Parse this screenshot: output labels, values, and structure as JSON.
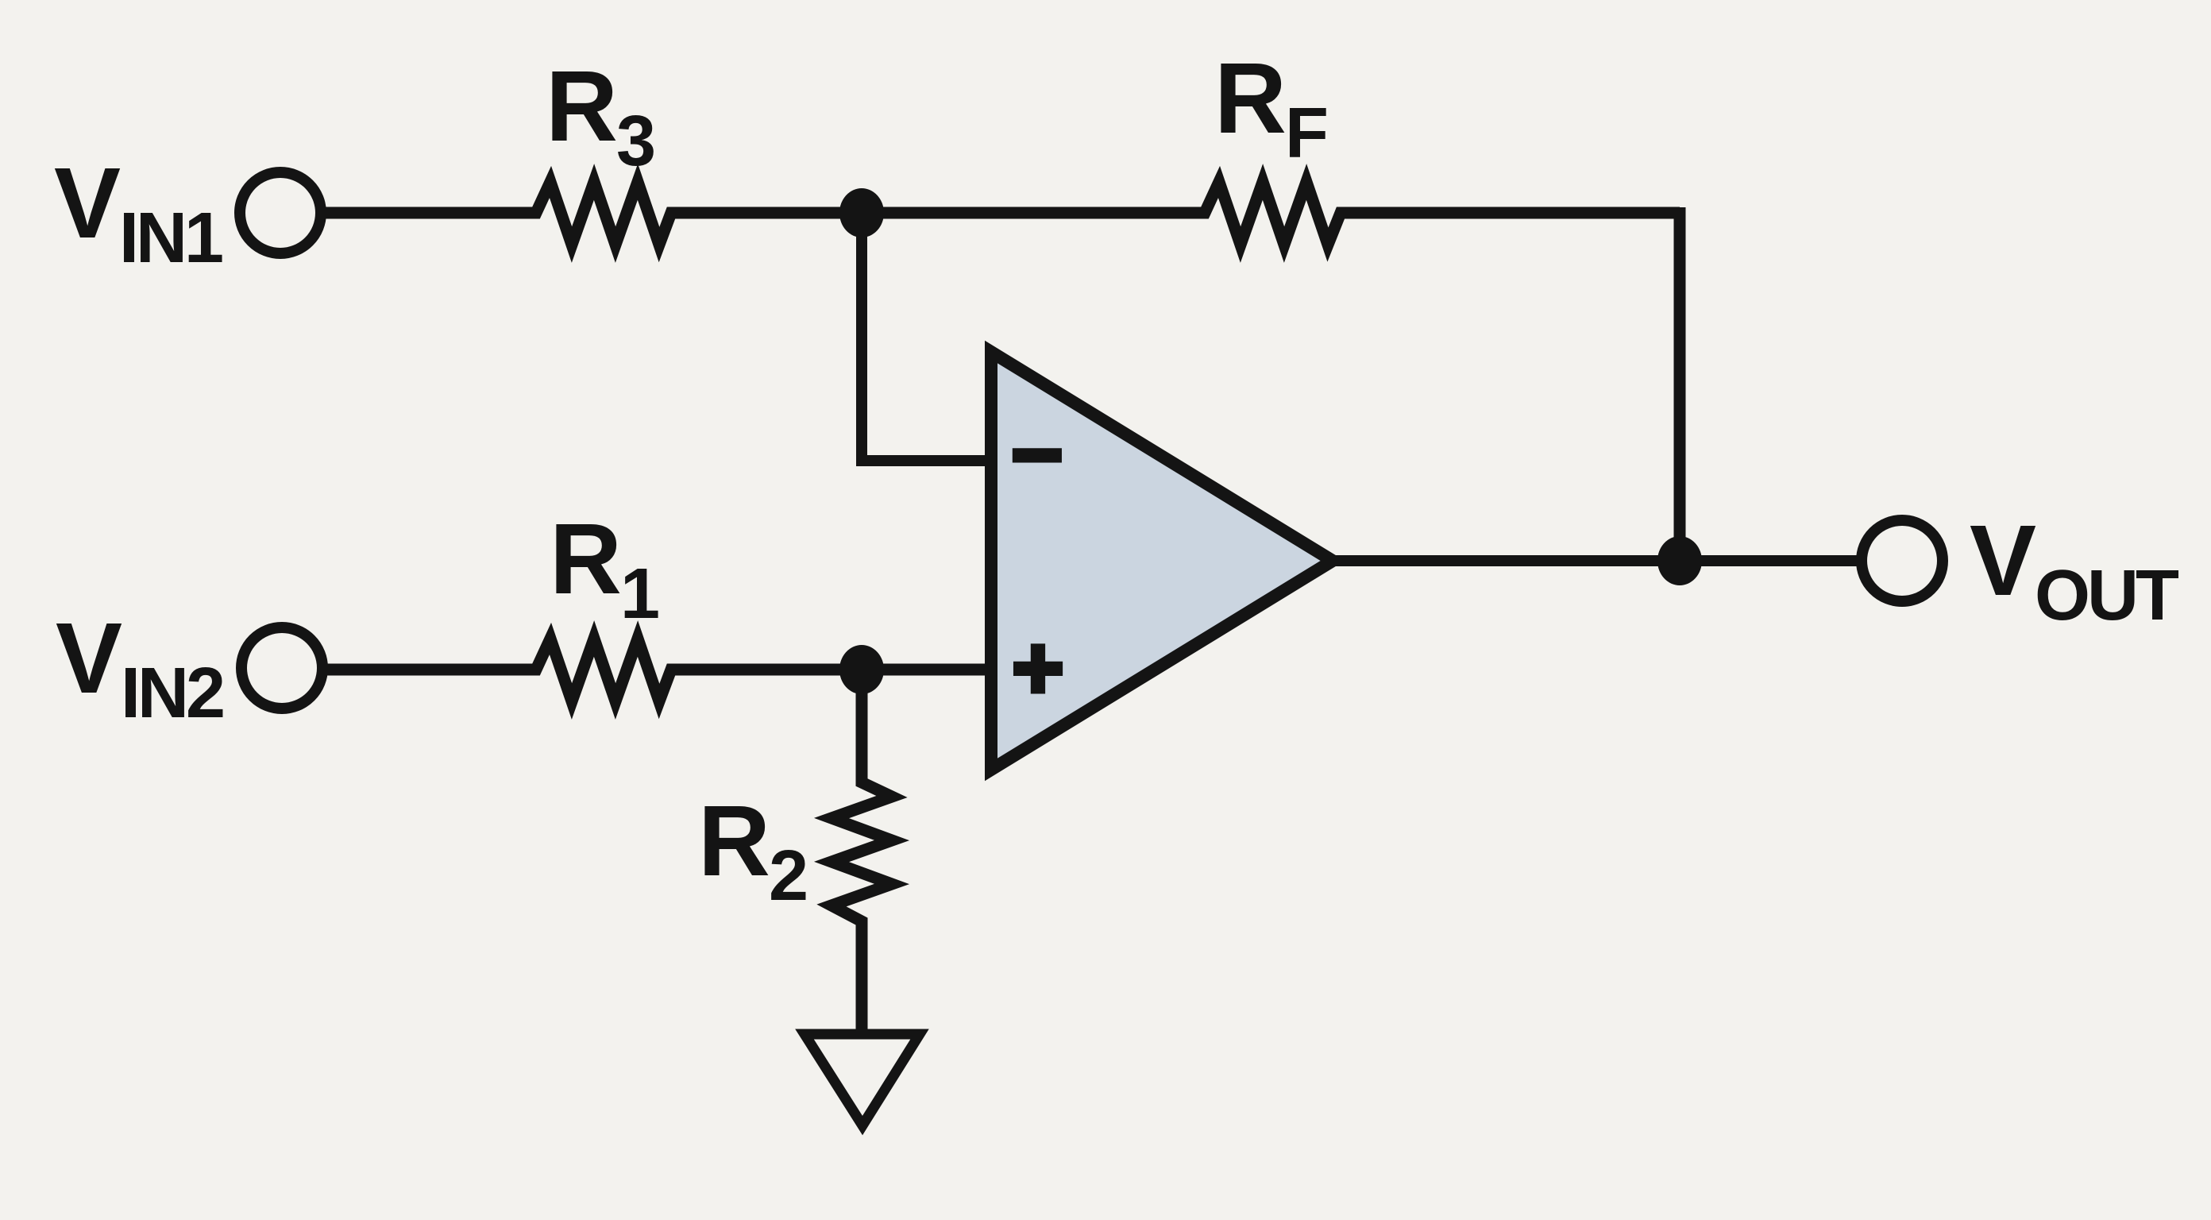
{
  "figure": {
    "background_color": "#f3f2ee",
    "line_color": "#141414",
    "opamp_fill_color": "#cbd5e0"
  },
  "labels": {
    "vin1": {
      "main": "V",
      "sub": "IN1"
    },
    "vin2": {
      "main": "V",
      "sub": "IN2"
    },
    "vout": {
      "main": "V",
      "sub": "OUT"
    },
    "r3": {
      "main": "R",
      "sub": "3"
    },
    "rf": {
      "main": "R",
      "sub": "F"
    },
    "r1": {
      "main": "R",
      "sub": "1"
    },
    "r2": {
      "main": "R",
      "sub": "2"
    }
  },
  "opamp": {
    "inverting_input_symbol": "−",
    "non_inverting_input_symbol": "+"
  }
}
